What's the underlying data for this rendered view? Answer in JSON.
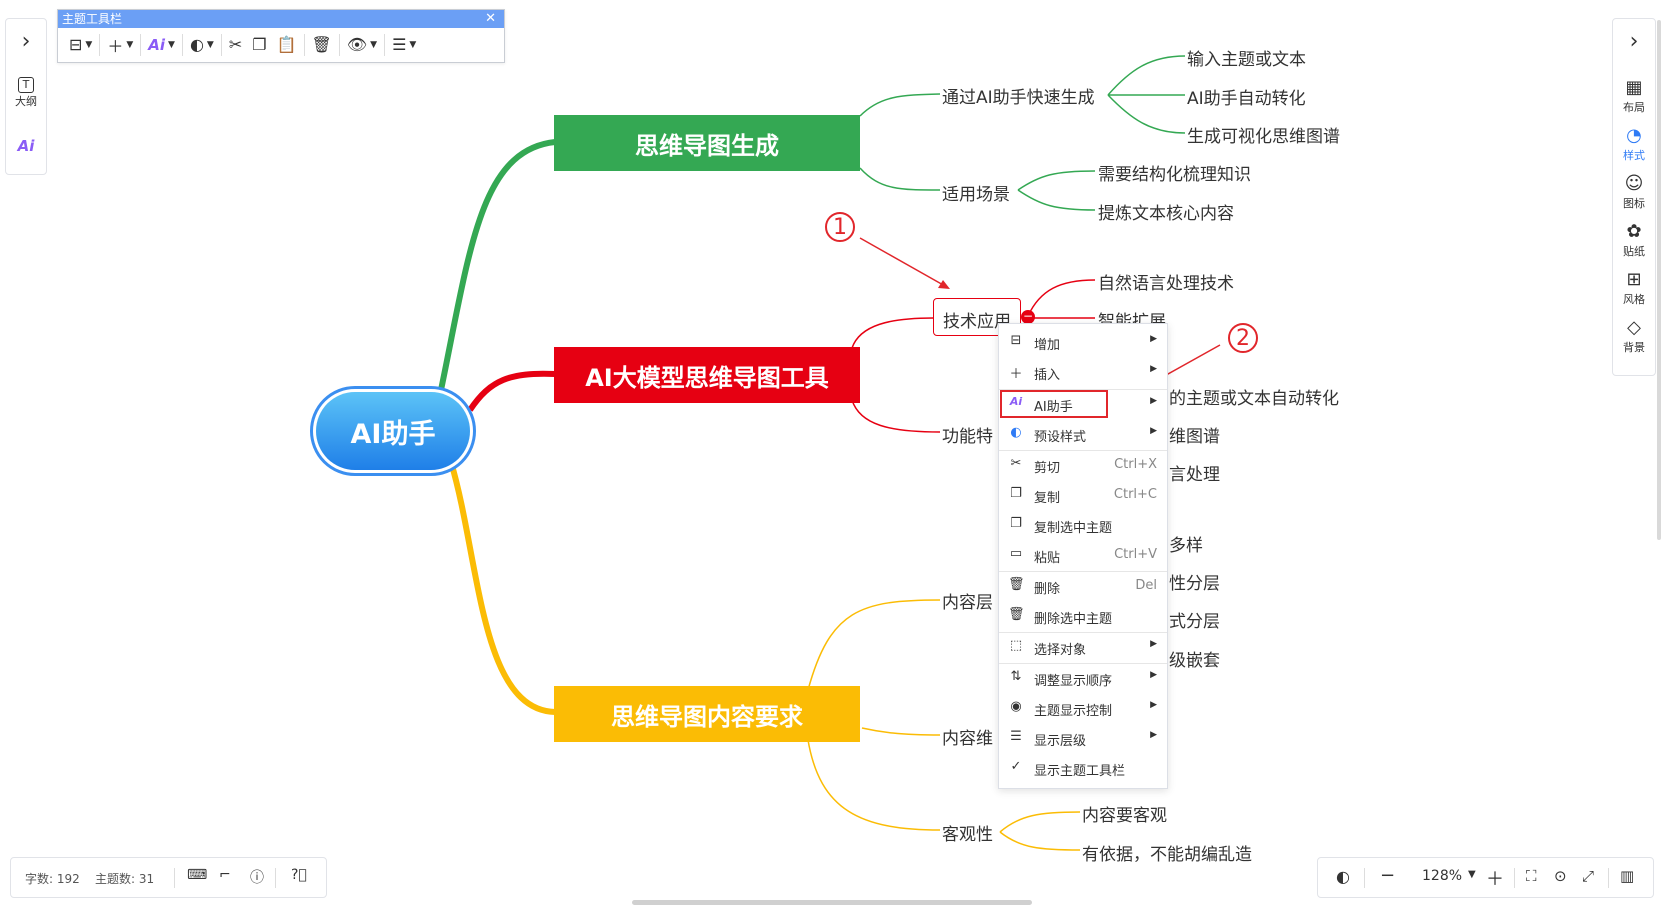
{
  "toolbar": {
    "title": "主题工具栏",
    "close_label": "✕",
    "icons": [
      "layout-icon",
      "add-icon",
      "ai-icon",
      "palette-icon",
      "cut-icon",
      "copy-icon",
      "paste-icon",
      "delete-icon",
      "eye-icon",
      "list-icon"
    ]
  },
  "left_panel": {
    "expand_label": "›",
    "outline_label": "大纲",
    "ai_label": "Ai"
  },
  "right_panel": {
    "expand_label": "›",
    "items": [
      {
        "label": "布局",
        "icon": "layout-icon"
      },
      {
        "label": "样式",
        "icon": "palette-icon",
        "active": true
      },
      {
        "label": "图标",
        "icon": "emoji-icon"
      },
      {
        "label": "贴纸",
        "icon": "sticker-icon"
      },
      {
        "label": "风格",
        "icon": "grid-icon"
      },
      {
        "label": "背景",
        "icon": "layers-icon"
      }
    ]
  },
  "mindmap": {
    "root": "AI助手",
    "main": [
      {
        "label": "思维导图生成",
        "color": "#34a853"
      },
      {
        "label": "AI大模型思维导图工具",
        "color": "#e60012"
      },
      {
        "label": "思维导图内容要求",
        "color": "#fbbc05"
      }
    ],
    "topics": {
      "t1": "通过AI助手快速生成",
      "t1a": "输入主题或文本",
      "t1b": "AI助手自动转化",
      "t1c": "生成可视化思维图谱",
      "t2": "适用场景",
      "t2a": "需要结构化梳理知识",
      "t2b": "提炼文本核心内容",
      "t3": "技术应用",
      "t3a": "自然语言处理技术",
      "t3b": "智能扩展",
      "t4": "功能特",
      "t4a": "的主题或文本自动转化",
      "t4b": "维图谱",
      "t4c": "言处理",
      "t5": "内容层",
      "t5a": "多样",
      "t5b": "性分层",
      "t5c": "式分层",
      "t5d": "级嵌套",
      "t6": "内容维",
      "t7": "客观性",
      "t7a": "内容要客观",
      "t7b": "有依据，不能胡编乱造"
    }
  },
  "annotations": {
    "marker1": "1",
    "marker2": "2"
  },
  "context_menu": {
    "items": [
      {
        "label": "增加",
        "icon": "add-child-icon",
        "submenu": true
      },
      {
        "label": "插入",
        "icon": "plus-icon",
        "submenu": true
      },
      {
        "label": "AI助手",
        "icon": "ai-icon",
        "submenu": true,
        "highlighted": true
      },
      {
        "label": "预设样式",
        "icon": "palette-icon",
        "submenu": true
      },
      {
        "label": "剪切",
        "icon": "scissors-icon",
        "shortcut": "Ctrl+X"
      },
      {
        "label": "复制",
        "icon": "copy-icon",
        "shortcut": "Ctrl+C"
      },
      {
        "label": "复制选中主题",
        "icon": "copy-icon"
      },
      {
        "label": "粘贴",
        "icon": "paste-icon",
        "shortcut": "Ctrl+V"
      },
      {
        "label": "删除",
        "icon": "trash-icon",
        "shortcut": "Del"
      },
      {
        "label": "删除选中主题",
        "icon": "trash-icon"
      },
      {
        "label": "选择对象",
        "icon": "select-icon",
        "submenu": true
      },
      {
        "label": "调整显示顺序",
        "icon": "sort-icon",
        "submenu": true
      },
      {
        "label": "主题显示控制",
        "icon": "eye-icon",
        "submenu": true
      },
      {
        "label": "显示层级",
        "icon": "list-icon",
        "submenu": true
      },
      {
        "label": "显示主题工具栏",
        "icon": "check-icon"
      }
    ]
  },
  "status": {
    "word_count": "字数: 192",
    "topic_count": "主题数: 31"
  },
  "zoom": {
    "level": "128%"
  }
}
